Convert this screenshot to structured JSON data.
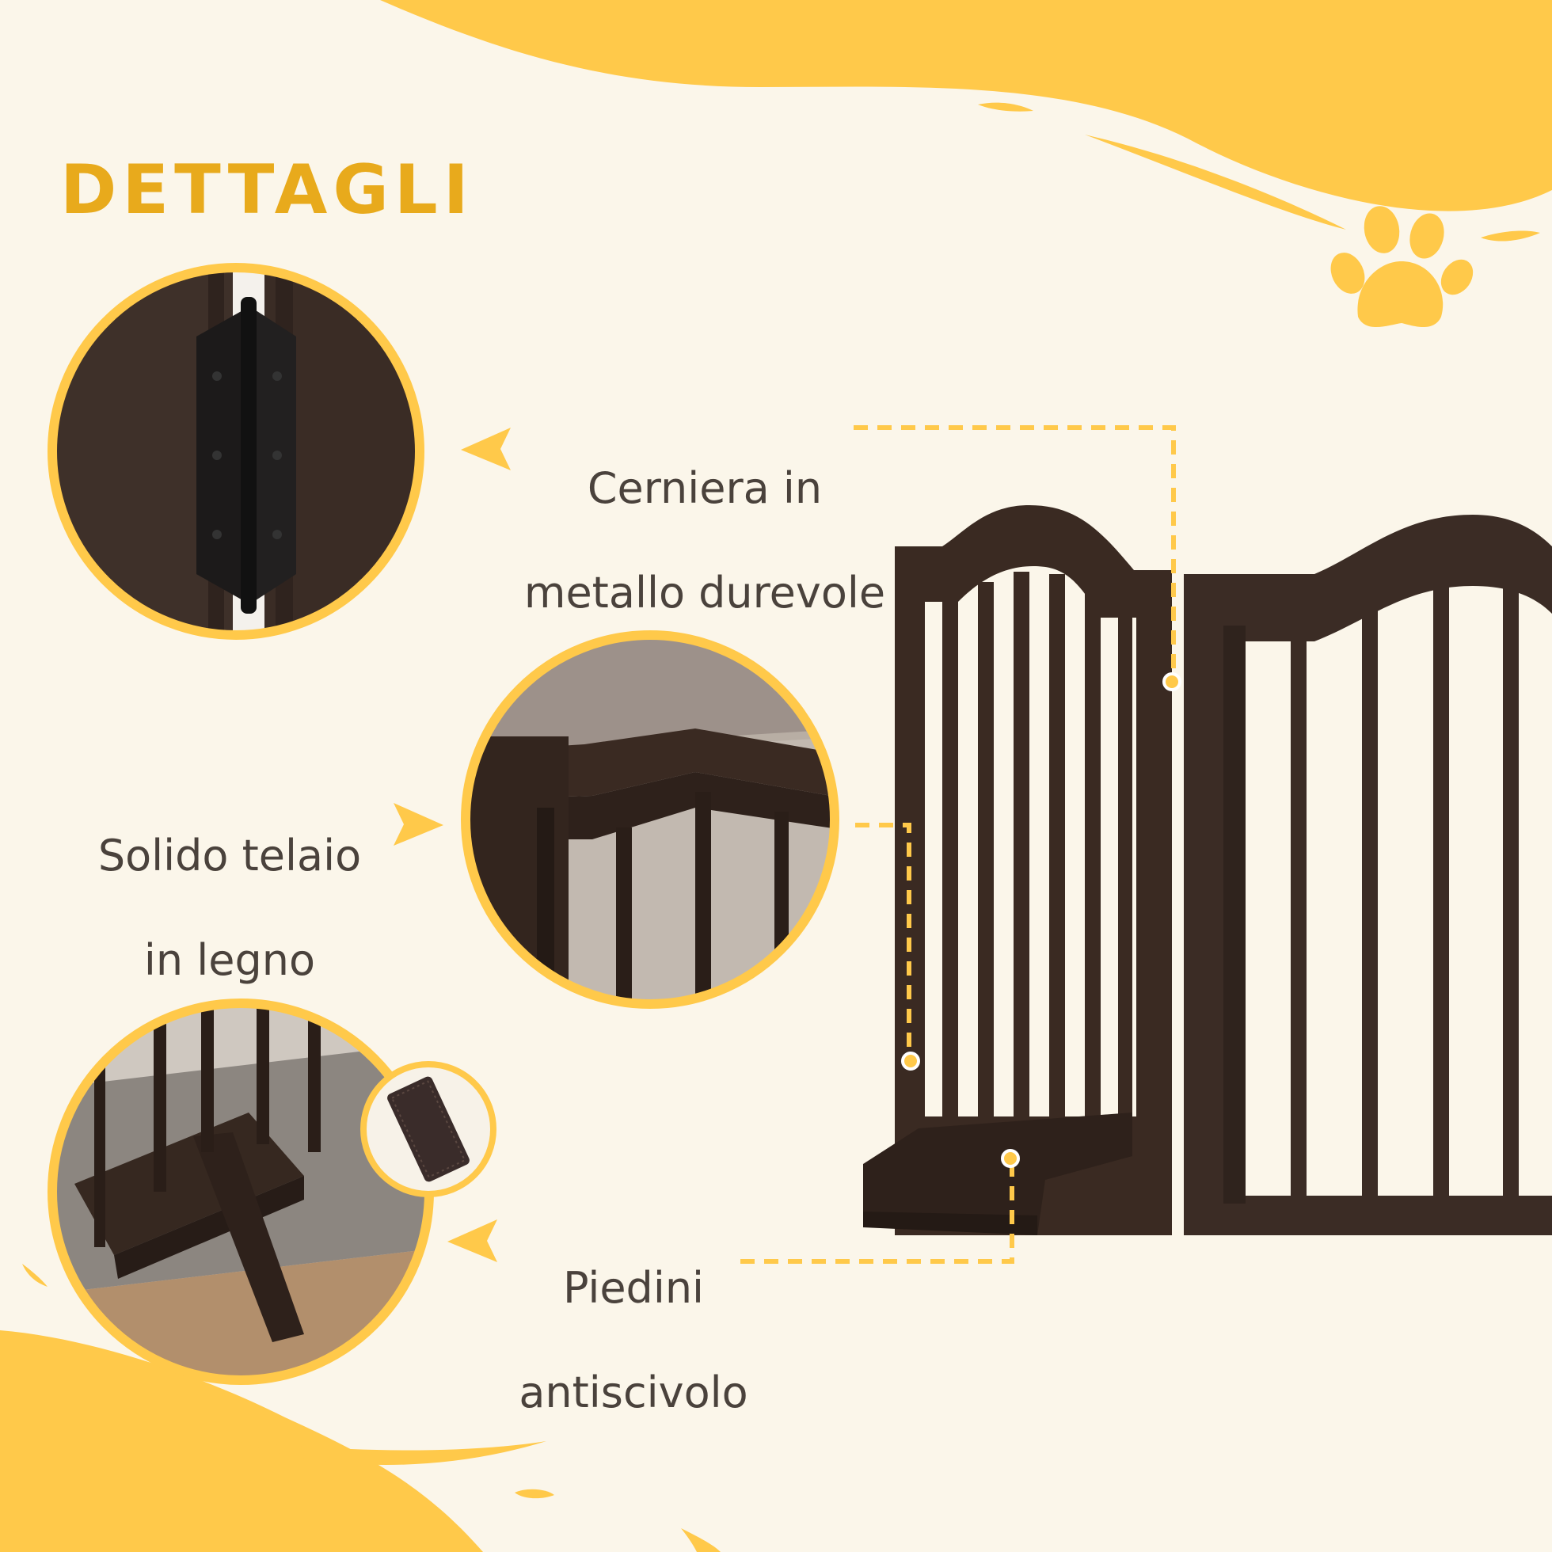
{
  "heading": "DETTAGLI",
  "callouts": {
    "hinge": {
      "line1": "Cerniera in",
      "line2": "metallo durevole"
    },
    "frame": {
      "line1": "Solido telaio",
      "line2": "in legno"
    },
    "feet": {
      "line1": "Piedini",
      "line2": "antiscivolo"
    }
  },
  "colors": {
    "background": "#fbf6ea",
    "accent_yellow": "#ffc94a",
    "heading": "#e8aa1c",
    "wood_dark": "#3a2a22",
    "label_text": "#4a423c"
  },
  "icons": [
    "paw-icon",
    "arrow-left-icon",
    "arrow-right-icon"
  ]
}
